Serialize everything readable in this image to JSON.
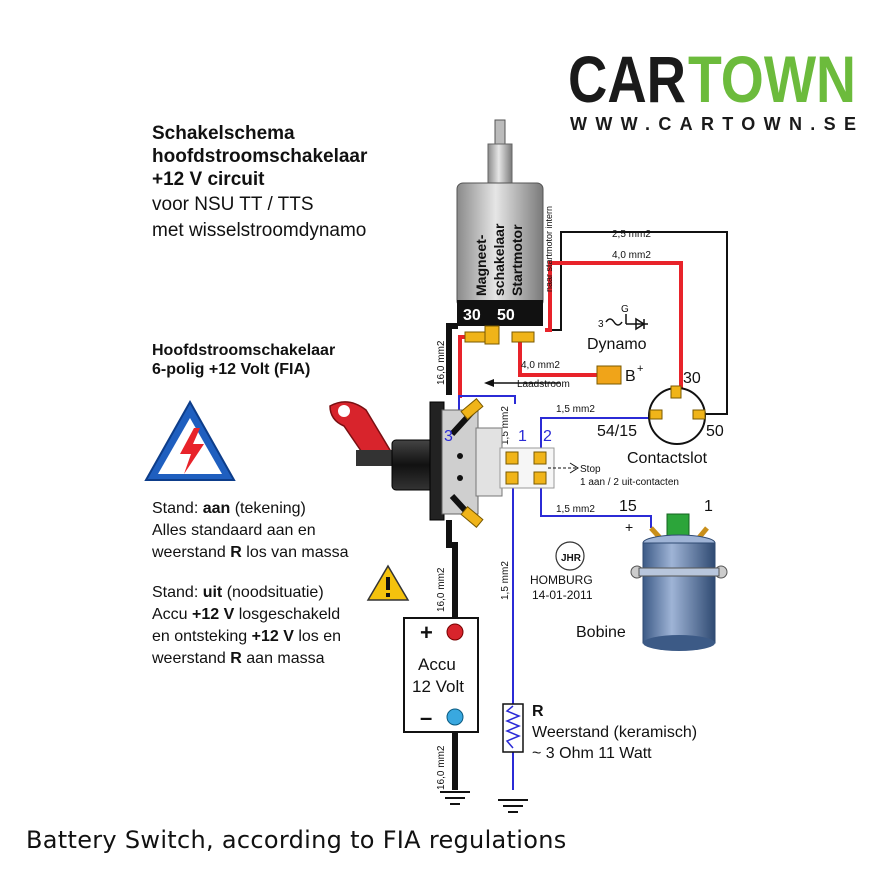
{
  "logo": {
    "brand_left": "CAR",
    "brand_right": "TOWN",
    "url": "WWW.CARTOWN.SE",
    "color_left": "#1a1a1a",
    "color_right": "#6cbb3c"
  },
  "title": {
    "line1": "Schakelschema",
    "line2": "hoofdstroomschakelaar",
    "line3": "+12 V circuit",
    "line4": "voor NSU TT / TTS",
    "line5": "met wisselstroomdynamo"
  },
  "switch_heading": {
    "line1": "Hoofdstroomschakelaar",
    "line2": "6-polig +12 Volt (FIA)"
  },
  "stand_aan": {
    "prefix": "Stand: ",
    "bold": "aan",
    "suffix": " (tekening)",
    "line2": "Alles standaard aan en",
    "line3_a": "weerstand ",
    "line3_b": "R",
    "line3_c": " los van massa"
  },
  "stand_uit": {
    "prefix": "Stand: ",
    "bold": "uit",
    "suffix": " (noodsituatie)",
    "line2_a": "Accu ",
    "line2_b": "+12 V",
    "line2_c": " losgeschakeld",
    "line3_a": "en ontsteking ",
    "line3_b": "+12 V",
    "line3_c": " los en",
    "line4_a": "weerstand ",
    "line4_b": "R",
    "line4_c": " aan massa"
  },
  "starter": {
    "line1": "Magneet-",
    "line2": "schakelaar",
    "line3": "Startmotor",
    "side": "naar startmotor intern",
    "t30": "30",
    "t50": "50"
  },
  "wires": {
    "w25": "2,5 mm2",
    "w40_top": "4,0 mm2",
    "w40_mid": "4,0 mm2",
    "w16_top": "16,0 mm2",
    "w16_mid": "16,0 mm2",
    "w16_bot": "16,0 mm2",
    "w15_a": "1,5 mm2",
    "w15_b": "1,5 mm2",
    "w15_c": "1,5 mm2",
    "w15_v": "1,5 mm2",
    "laadstroom": "Laadstroom"
  },
  "dynamo": {
    "label": "Dynamo",
    "g": "G",
    "three": "3",
    "bplus": "B",
    "plus_sup": "+"
  },
  "contactslot": {
    "label": "Contactslot",
    "t30": "30",
    "t5415": "54/15",
    "t50": "50"
  },
  "switch_terms": {
    "t1": "1",
    "t2": "2",
    "t3": "3",
    "stop": "Stop",
    "contacts": "1 aan / 2 uit-contacten"
  },
  "bobine": {
    "label": "Bobine",
    "t15": "15",
    "t1": "1",
    "plus": "+"
  },
  "stamp": {
    "line1": "HOMBURG",
    "line2": "14-01-2011",
    "initials": "JHR"
  },
  "accu": {
    "plus": "+",
    "line1": "Accu",
    "line2": "12 Volt",
    "minus": "–"
  },
  "resistor": {
    "r": "R",
    "line1": "Weerstand (keramisch)",
    "line2": "~ 3 Ohm 11 Watt"
  },
  "caption": "Battery Switch, according to FIA regulations",
  "colors": {
    "red_wire": "#e8232a",
    "blue_wire": "#2b2bd6",
    "black_wire": "#111111",
    "warning_blue": "#1f5fbf",
    "warning_yellow": "#f4c20d"
  }
}
